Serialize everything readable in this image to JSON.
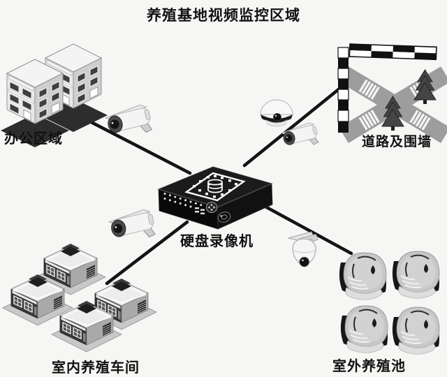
{
  "title": "养殖基地视频监控区域",
  "colors": {
    "background": "#f6f6f4",
    "connection_line": "#141414",
    "text": "#111111",
    "road_gray": "#9d9d9d",
    "device_black": "#101010"
  },
  "diagram": {
    "center_device": {
      "id": "dvr",
      "label": "硬盘录像机",
      "type": "hard-disk-video-recorder"
    },
    "nodes": [
      {
        "id": "office",
        "label": "办公区域",
        "position": "top-left",
        "cameras": [
          "bullet-camera"
        ]
      },
      {
        "id": "road",
        "label": "道路及围墙",
        "position": "top-right",
        "cameras": [
          "dome-camera",
          "bullet-camera"
        ]
      },
      {
        "id": "workshop",
        "label": "室内养殖车间",
        "position": "bottom-left",
        "cameras": [
          "bullet-camera"
        ]
      },
      {
        "id": "pond",
        "label": "室外养殖池",
        "position": "bottom-right",
        "cameras": [
          "ptz-dome-camera"
        ]
      }
    ],
    "connections": [
      {
        "from": "office",
        "to": "dvr"
      },
      {
        "from": "road",
        "to": "dvr"
      },
      {
        "from": "workshop",
        "to": "dvr"
      },
      {
        "from": "pond",
        "to": "dvr"
      }
    ]
  },
  "icons": {
    "office": "office-buildings-icon",
    "road": "road-and-wall-icon",
    "workshop": "workshop-sheds-icon",
    "pond": "fish-ponds-icon",
    "dvr": "dvr-device-icon",
    "bullet_camera": "bullet-camera-icon",
    "dome_camera": "dome-camera-icon",
    "ptz_camera": "ptz-dome-camera-icon"
  }
}
